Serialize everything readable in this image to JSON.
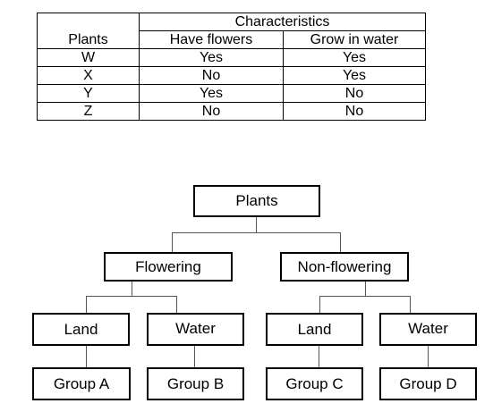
{
  "table": {
    "characteristics_header": "Characteristics",
    "plants_header": "Plants",
    "col1_header": "Have flowers",
    "col2_header": "Grow in water",
    "rows": [
      {
        "plant": "W",
        "flowers": "Yes",
        "water": "Yes"
      },
      {
        "plant": "X",
        "flowers": "No",
        "water": "Yes"
      },
      {
        "plant": "Y",
        "flowers": "Yes",
        "water": "No"
      },
      {
        "plant": "Z",
        "flowers": "No",
        "water": "No"
      }
    ]
  },
  "tree": {
    "root": "Plants",
    "flowering": "Flowering",
    "non_flowering": "Non-flowering",
    "land1": "Land",
    "water1": "Water",
    "land2": "Land",
    "water2": "Water",
    "group_a": "Group A",
    "group_b": "Group B",
    "group_c": "Group C",
    "group_d": "Group D"
  }
}
